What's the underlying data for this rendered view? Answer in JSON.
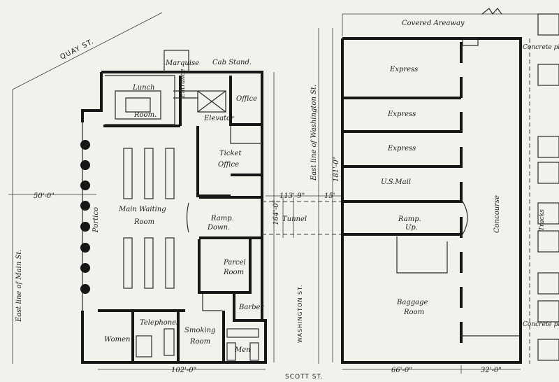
{
  "streets": {
    "quay": "QUAY ST.",
    "main": "East line of Main St.",
    "washington_east": "East line of Washington St.",
    "washington": "WASHINGTON ST.",
    "scott": "SCOTT ST."
  },
  "left_building": {
    "marquise": "Marquise",
    "cab_stand": "Cab Stand.",
    "lunch": "Lunch",
    "lunch_room": "Room.",
    "entrance": "Entrance",
    "office": "Office",
    "elevator": "Elevator",
    "ticket": "Ticket",
    "ticket_office": "Office",
    "portico": "Portico",
    "main_waiting": "Main Waiting",
    "main_waiting_room": "Room",
    "ramp": "Ramp.",
    "ramp_down": "Down.",
    "parcel": "Parcel",
    "parcel_room": "Room",
    "barber": "Barber",
    "telephones": "Telephones",
    "women": "Women",
    "smoking": "Smoking",
    "smoking_room": "Room",
    "men": "Men"
  },
  "tunnel": "Tunnel",
  "right_building": {
    "covered_areaway": "Covered Areaway",
    "concrete_platform_top": "Concrete platform.",
    "express_1": "Express",
    "express_2": "Express",
    "express_3": "Express",
    "us_mail": "U.S.Mail",
    "ramp": "Ramp.",
    "ramp_up": "Up.",
    "concourse": "Concourse",
    "tracks": "Tracks",
    "baggage": "Baggage",
    "baggage_room": "Room",
    "concrete_platform_bottom": "Concrete platform."
  },
  "dimensions": {
    "d50": "50'-0\"",
    "d113": "113'-9\"",
    "d15": "15'",
    "d181": "181'-0\"",
    "d164": "164'-0\"",
    "d102": "102'-0\"",
    "d66": "66'-0\"",
    "d32": "32'-0\""
  }
}
